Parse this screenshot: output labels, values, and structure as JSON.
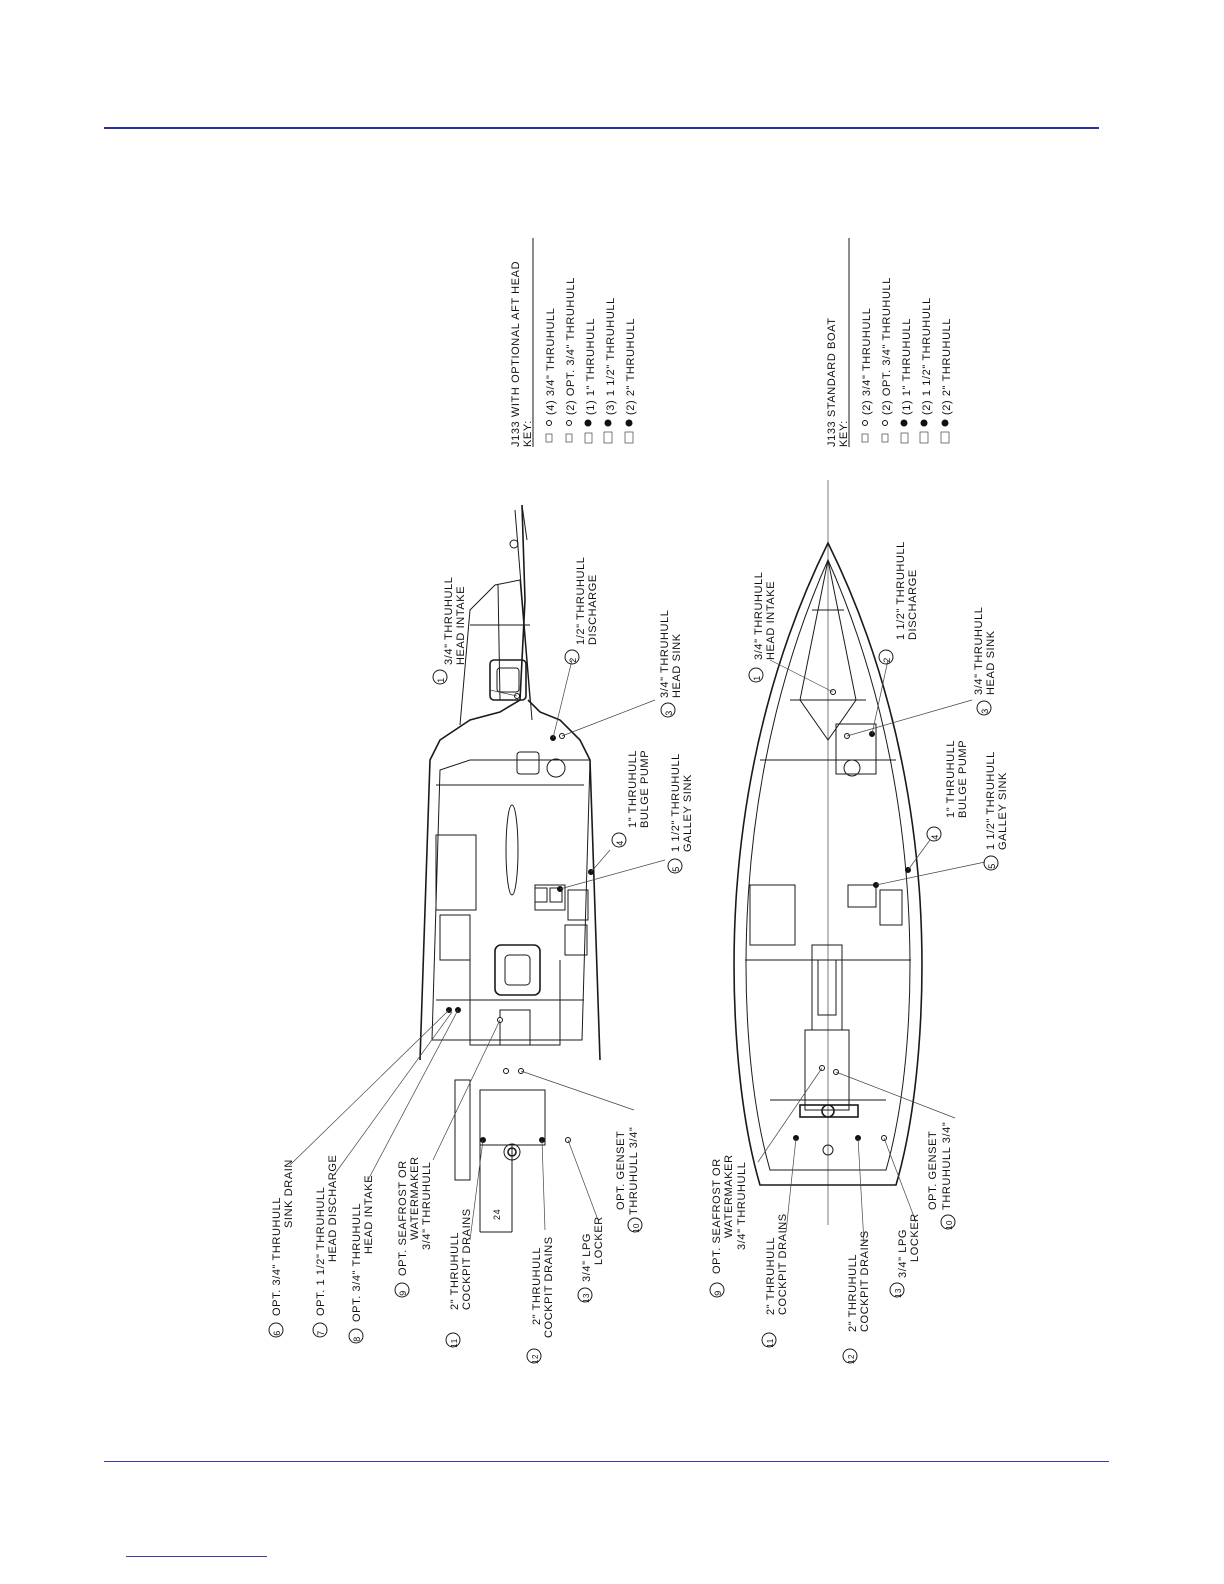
{
  "keys": {
    "top": {
      "title": "J133 WITH OPTIONAL AFT HEAD",
      "key_label": "KEY:",
      "items": [
        {
          "text": "(4)  3/4\" THRUHULL",
          "symbol": "open"
        },
        {
          "text": "(2)    OPT. 3/4\" THRUHULL",
          "symbol": "open"
        },
        {
          "text": "(1)  1\" THRUHULL",
          "symbol": "filled"
        },
        {
          "text": "(3)  1 1/2\" THRUHULL",
          "symbol": "filled"
        },
        {
          "text": "(2)  2\" THRUHULL",
          "symbol": "filled"
        }
      ]
    },
    "bottom": {
      "title": "J133  STANDARD  BOAT",
      "key_label": "KEY:",
      "items": [
        {
          "text": "(2)  3/4\" THRUHULL",
          "symbol": "open"
        },
        {
          "text": "(2)    OPT. 3/4\" THRUHULL",
          "symbol": "open"
        },
        {
          "text": "(1)  1\" THRUHULL",
          "symbol": "filled"
        },
        {
          "text": "(2)  1 1/2\" THRUHULL",
          "symbol": "filled"
        },
        {
          "text": "(2)  2\" THRUHULL",
          "symbol": "filled"
        }
      ]
    }
  },
  "top_plan": {
    "callouts_right": [
      {
        "num": "1",
        "line1": "3/4\" THRUHULL",
        "line2": "HEAD  INTAKE"
      },
      {
        "num": "2",
        "line1": "1/2\" THRUHULL",
        "line2": "DISCHARGE"
      },
      {
        "num": "3",
        "line1": "3/4\" THRUHULL",
        "line2": "HEAD  SINK"
      },
      {
        "num": "4",
        "line1": "1\" THRUHULL",
        "line2": "BULGE  PUMP"
      },
      {
        "num": "5",
        "line1": "1 1/2\" THRUHULL",
        "line2": "GALLEY  SINK"
      }
    ],
    "callouts_left": [
      {
        "num": "6",
        "line1": "OPT.  3/4\" THRUHULL",
        "line2": "SINK  DRAIN"
      },
      {
        "num": "7",
        "line1": "OPT.  1 1/2\" THRUHULL",
        "line2": "HEAD  DISCHARGE"
      },
      {
        "num": "8",
        "line1": "OPT.  3/4\" THRUHULL",
        "line2": "HEAD  INTAKE"
      },
      {
        "num": "9",
        "line1": "OPT.  SEAFROST OR",
        "line2": "WATERMAKER",
        "line3": "3/4\" THRUHULL"
      },
      {
        "num": "11",
        "line1": "2\" THRUHULL",
        "line2": "COCKPIT DRAINS"
      },
      {
        "num": "12",
        "line1": "2\" THRUHULL",
        "line2": "COCKPIT DRAINS"
      },
      {
        "num": "13",
        "line1": "3/4\" LPG",
        "line2": "LOCKER"
      },
      {
        "num": "10",
        "line1": "OPT.  GENSET",
        "line2": "THRUHULL 3/4\""
      }
    ],
    "dim_label": "24"
  },
  "bottom_plan": {
    "callouts_right": [
      {
        "num": "1",
        "line1": "3/4\" THRUHULL",
        "line2": "HEAD  INTAKE"
      },
      {
        "num": "2",
        "line1": "1 1/2\" THRUHULL",
        "line2": "DISCHARGE"
      },
      {
        "num": "3",
        "line1": "3/4\" THRUHULL",
        "line2": "HEAD  SINK"
      },
      {
        "num": "4",
        "line1": "1\" THRUHULL",
        "line2": "BULGE  PUMP"
      },
      {
        "num": "5",
        "line1": "1 1/2\" THRUHULL",
        "line2": "GALLEY  SINK"
      }
    ],
    "callouts_left": [
      {
        "num": "9",
        "line1": "OPT.  SEAFROST OR",
        "line2": "WATERMAKER",
        "line3": "3/4\" THRUHULL"
      },
      {
        "num": "11",
        "line1": "2\" THRUHULL",
        "line2": "COCKPIT DRAINS"
      },
      {
        "num": "12",
        "line1": "2\" THRUHULL",
        "line2": "COCKPIT DRAINS"
      },
      {
        "num": "13",
        "line1": "3/4\" LPG",
        "line2": "LOCKER"
      },
      {
        "num": "10",
        "line1": "OPT.  GENSET",
        "line2": "THRUHULL 3/4\""
      }
    ]
  }
}
